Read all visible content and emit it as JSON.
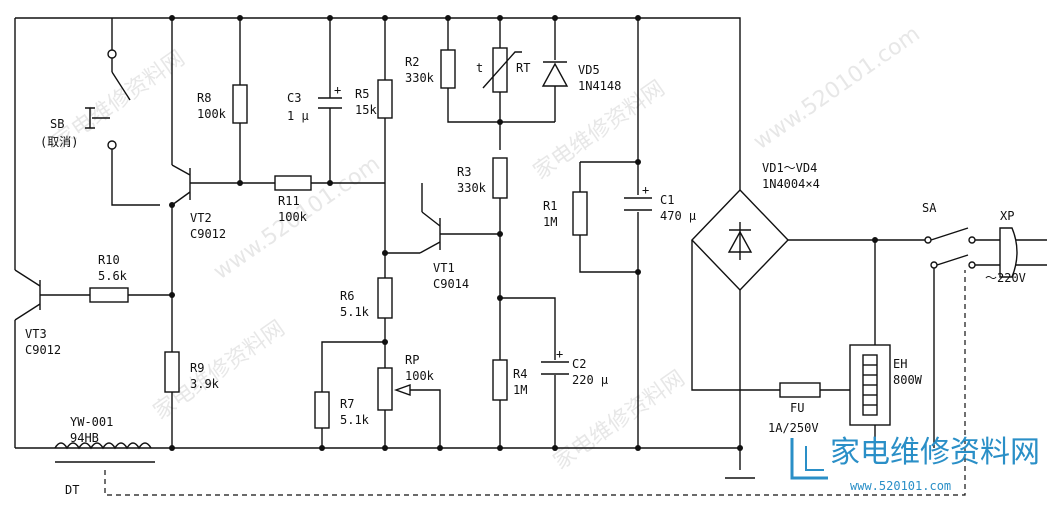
{
  "components": {
    "SB": {
      "ref": "SB",
      "note": "(取消)"
    },
    "R8": {
      "ref": "R8",
      "val": "100k"
    },
    "C3": {
      "ref": "C3",
      "val": "1 μ"
    },
    "R5": {
      "ref": "R5",
      "val": "15k"
    },
    "R2": {
      "ref": "R2",
      "val": "330k"
    },
    "RT": {
      "ref": "RT",
      "mark": "t"
    },
    "VD5": {
      "ref": "VD5",
      "val": "1N4148"
    },
    "R11": {
      "ref": "R11",
      "val": "100k"
    },
    "VT2": {
      "ref": "VT2",
      "val": "C9012"
    },
    "R3": {
      "ref": "R3",
      "val": "330k"
    },
    "R1": {
      "ref": "R1",
      "val": "1M"
    },
    "C1": {
      "ref": "C1",
      "val": "470 μ"
    },
    "VD1_4": {
      "ref": "VD1～VD4",
      "val": "1N4004×4"
    },
    "SA": {
      "ref": "SA"
    },
    "XP": {
      "ref": "XP",
      "val": "～220V"
    },
    "R10": {
      "ref": "R10",
      "val": "5.6k"
    },
    "VT1": {
      "ref": "VT1",
      "val": "C9014"
    },
    "VT3": {
      "ref": "VT3",
      "val": "C9012"
    },
    "R6": {
      "ref": "R6",
      "val": "5.1k"
    },
    "RP": {
      "ref": "RP",
      "val": "100k"
    },
    "R9": {
      "ref": "R9",
      "val": "3.9k"
    },
    "R7": {
      "ref": "R7",
      "val": "5.1k"
    },
    "R4": {
      "ref": "R4",
      "val": "1M"
    },
    "C2": {
      "ref": "C2",
      "val": "220 μ"
    },
    "EH": {
      "ref": "EH",
      "val": "800W"
    },
    "FU": {
      "ref": "FU",
      "val": "1A/250V"
    },
    "YW": {
      "ref": "YW-001",
      "val": "94HB"
    },
    "DT": {
      "ref": "DT"
    }
  },
  "watermark": {
    "brand": "家电维修资料网",
    "url": "www.520101.com"
  },
  "colors": {
    "ink": "#111111",
    "brand": "#2a8fc7"
  }
}
